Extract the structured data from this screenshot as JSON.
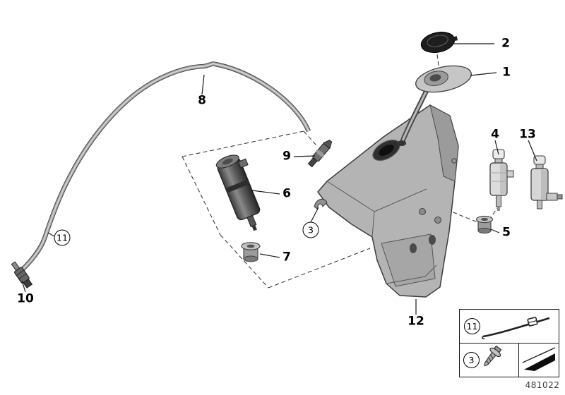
{
  "diagram": {
    "number": "481022",
    "background": "#ffffff",
    "line_color": "#1a1a1a",
    "body_gray": "#b4b4b4",
    "shade_gray": "#9b9b9b",
    "dark_part": "#2e2e2e"
  },
  "callouts": {
    "p1": "1",
    "p2": "2",
    "p3": "3",
    "p4": "4",
    "p5": "5",
    "p6": "6",
    "p7": "7",
    "p8": "8",
    "p9": "9",
    "p10": "10",
    "p11": "11",
    "p12": "12",
    "p13": "13"
  },
  "legend": {
    "row1": {
      "number": "11",
      "icon": "cable-tie-icon"
    },
    "row2": {
      "number": "3",
      "icon": "screw-icon"
    },
    "symbol_icon": "direction-arrow-icon"
  }
}
